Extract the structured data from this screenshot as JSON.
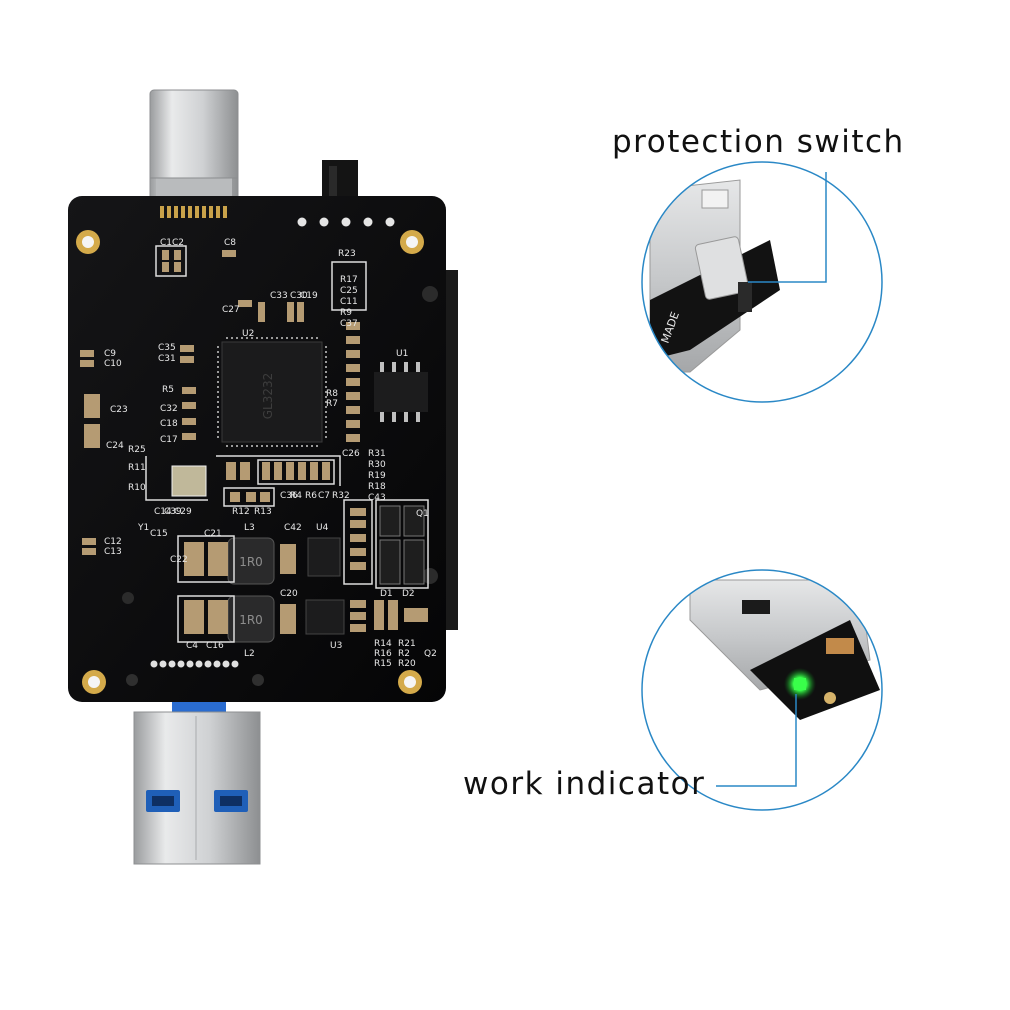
{
  "callouts": {
    "protection_switch": "protection switch",
    "work_indicator": "work indicator"
  },
  "board": {
    "chip_u2_marking": "GL3232",
    "inductor_marking": "1R0",
    "silkscreen": {
      "c1": "C1",
      "c2": "C2",
      "c8": "C8",
      "r23": "R23",
      "r17": "R17",
      "c25": "C25",
      "c11": "C11",
      "r9": "R9",
      "c37": "C37",
      "c27": "C27",
      "c33": "C33",
      "c30": "C30",
      "c19": "C19",
      "u2": "U2",
      "u1": "U1",
      "c9": "C9",
      "c10": "C10",
      "c35": "C35",
      "c31": "C31",
      "r5": "R5",
      "c32": "C32",
      "c18": "C18",
      "c17": "C17",
      "c23": "C23",
      "c24": "C24",
      "r25": "R25",
      "r11": "R11",
      "r10": "R10",
      "r8": "R8",
      "r7": "R7",
      "c26": "C26",
      "r31": "R31",
      "r30": "R30",
      "r19": "R19",
      "r18": "R18",
      "c43": "C43",
      "q1": "Q1",
      "r12": "R12",
      "r13": "R13",
      "y1": "Y1",
      "c14": "C14",
      "c39": "C39",
      "c29": "C29",
      "c15": "C15",
      "c36": "C36",
      "r4": "R4",
      "r6": "R6",
      "c7": "C7",
      "r32": "R32",
      "c21": "C21",
      "l3": "L3",
      "c42": "C42",
      "u4": "U4",
      "c12": "C12",
      "c13": "C13",
      "c22": "C22",
      "d1": "D1",
      "d2": "D2",
      "c20": "C20",
      "u3": "U3",
      "c4": "C4",
      "c16": "C16",
      "l2": "L2",
      "r14": "R14",
      "r16": "R16",
      "r15": "R15",
      "r21": "R21",
      "r2": "R2",
      "r20": "R20",
      "q2": "Q2"
    },
    "zoom_module_text": "MADE"
  },
  "colors": {
    "pcb": "#0b0b0c",
    "silkscreen": "#e8e8e8",
    "callout_line": "#2a88c6",
    "metal": "#c9cbcd",
    "usb_blue": "#1f5fb8",
    "led": "#39ff4a"
  }
}
